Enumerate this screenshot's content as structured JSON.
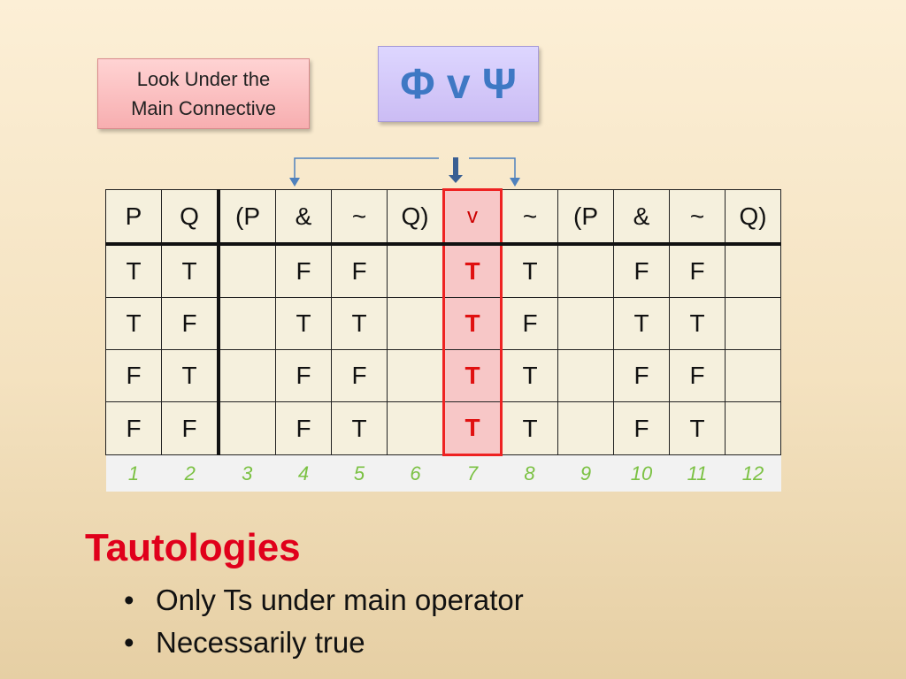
{
  "callout": {
    "line1": "Look Under the",
    "line2": "Main Connective"
  },
  "formula": "Φ v Ψ",
  "table": {
    "headers": [
      "P",
      "Q",
      "(P",
      "&",
      "~",
      "Q)",
      "v",
      "~",
      "(P",
      "&",
      "~",
      "Q)"
    ],
    "rows": [
      [
        "T",
        "T",
        "",
        "F",
        "F",
        "",
        "T",
        "T",
        "",
        "F",
        "F",
        ""
      ],
      [
        "T",
        "F",
        "",
        "T",
        "T",
        "",
        "T",
        "F",
        "",
        "T",
        "T",
        ""
      ],
      [
        "F",
        "T",
        "",
        "F",
        "F",
        "",
        "T",
        "T",
        "",
        "F",
        "F",
        ""
      ],
      [
        "F",
        "F",
        "",
        "F",
        "T",
        "",
        "T",
        "T",
        "",
        "F",
        "T",
        ""
      ]
    ],
    "column_numbers": [
      "1",
      "2",
      "3",
      "4",
      "5",
      "6",
      "7",
      "8",
      "9",
      "10",
      "11",
      "12"
    ]
  },
  "title": "Tautologies",
  "bullets": [
    "Only Ts under main operator",
    "Necessarily true"
  ],
  "colors": {
    "accent_red": "#e0001b",
    "formula_blue": "#3e78c4",
    "col_numbers_green": "#7bc143"
  }
}
